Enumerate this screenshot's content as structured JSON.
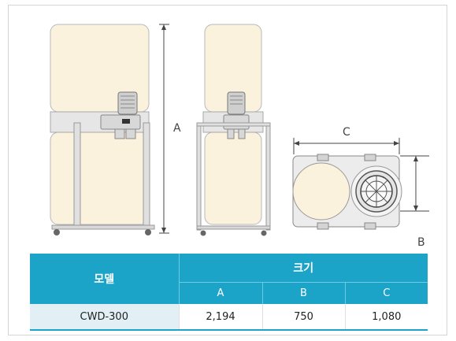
{
  "dimension_labels": {
    "a": "A",
    "b": "B",
    "c": "C"
  },
  "table": {
    "model_header": "모델",
    "size_header": "크기",
    "columns": [
      "A",
      "B",
      "C"
    ],
    "rows": [
      {
        "model": "CWD-300",
        "values": [
          "2,194",
          "750",
          "1,080"
        ]
      }
    ]
  }
}
